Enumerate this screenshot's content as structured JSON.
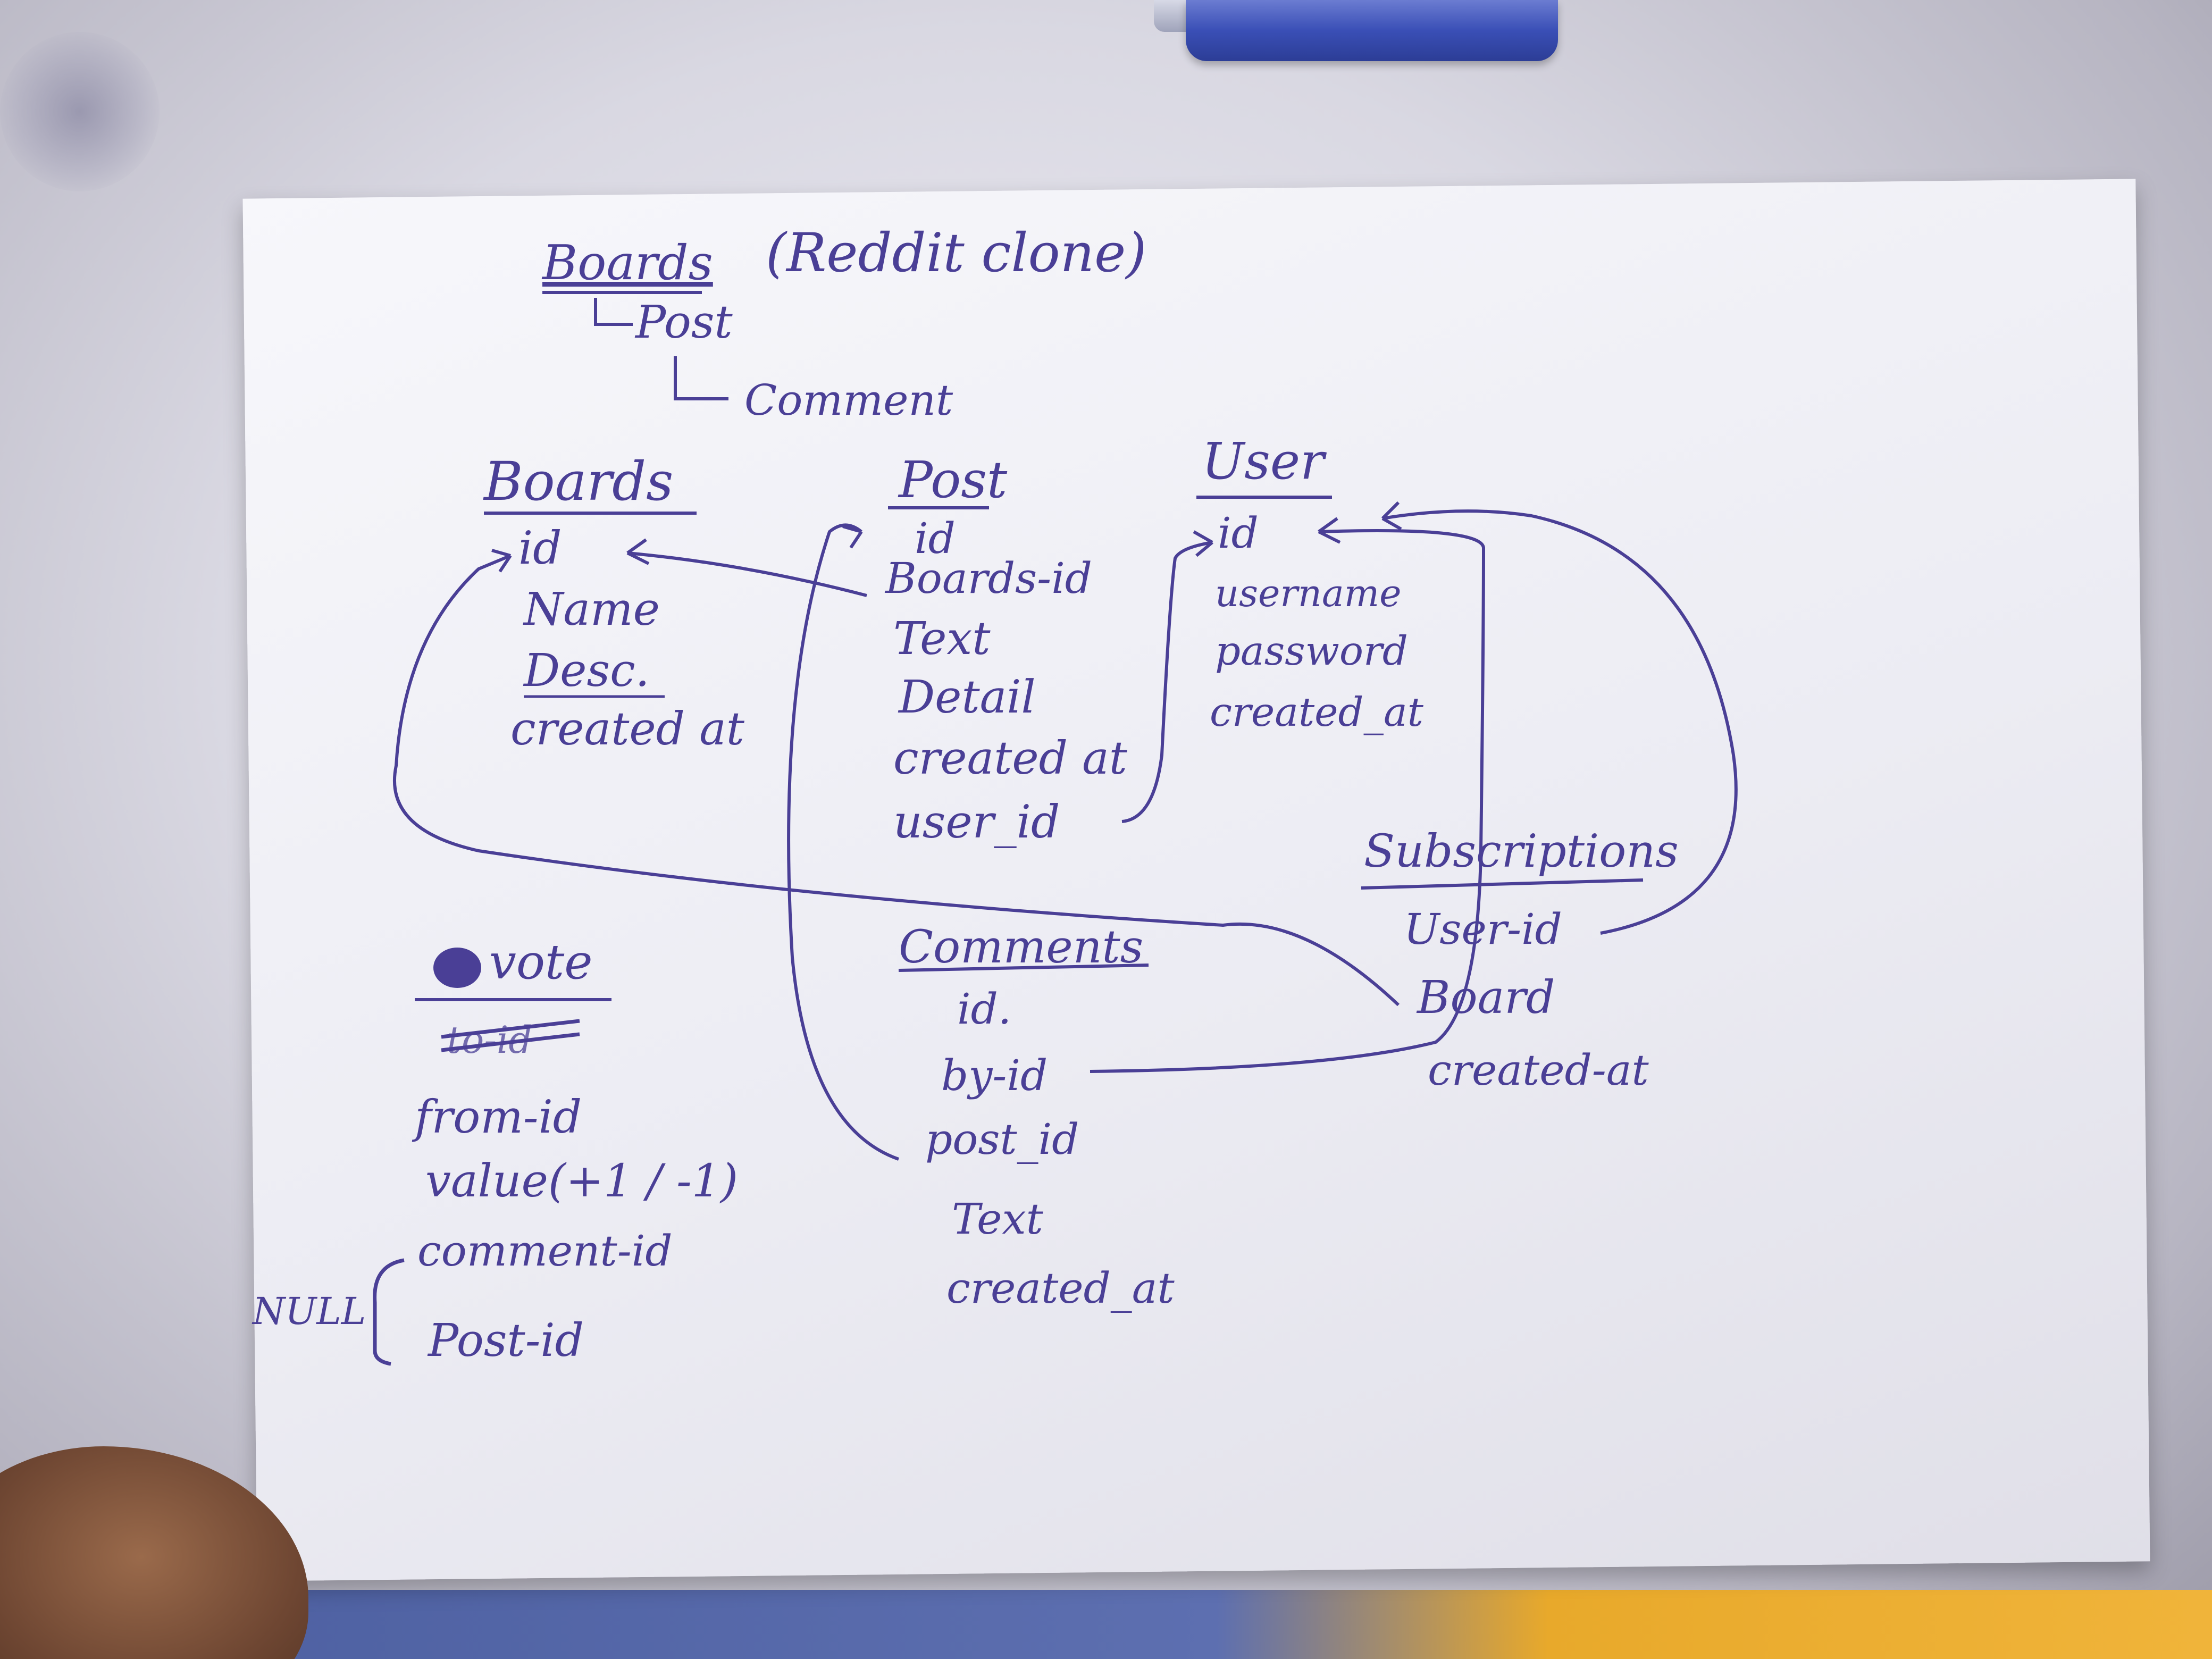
{
  "title": "(Reddit clone)",
  "hierarchy": {
    "root": "Boards",
    "child": "Post",
    "grandchild": "Comment"
  },
  "tables": {
    "boards": {
      "name": "Boards",
      "fields": [
        "id",
        "Name",
        "Desc.",
        "created at"
      ]
    },
    "post": {
      "name": "Post",
      "fields": [
        "id",
        "Boards-id",
        "Text",
        "Detail",
        "created at",
        "user_id"
      ]
    },
    "user": {
      "name": "User",
      "fields": [
        "id",
        "username",
        "password",
        "created_at"
      ]
    },
    "subscriptions": {
      "name": "Subscriptions",
      "fields": [
        "User-id",
        "Board",
        "created-at"
      ]
    },
    "comments": {
      "name": "Comments",
      "fields": [
        "id.",
        "by-id",
        "post_id",
        "Text",
        "created_at"
      ]
    },
    "vote": {
      "name": "vote",
      "struck_field": "to-id",
      "fields": [
        "from-id",
        "value(+1 / -1)",
        "comment-id",
        "Post-id"
      ],
      "nullable_note": "NULL"
    }
  },
  "ink_color": "#4a3f96"
}
